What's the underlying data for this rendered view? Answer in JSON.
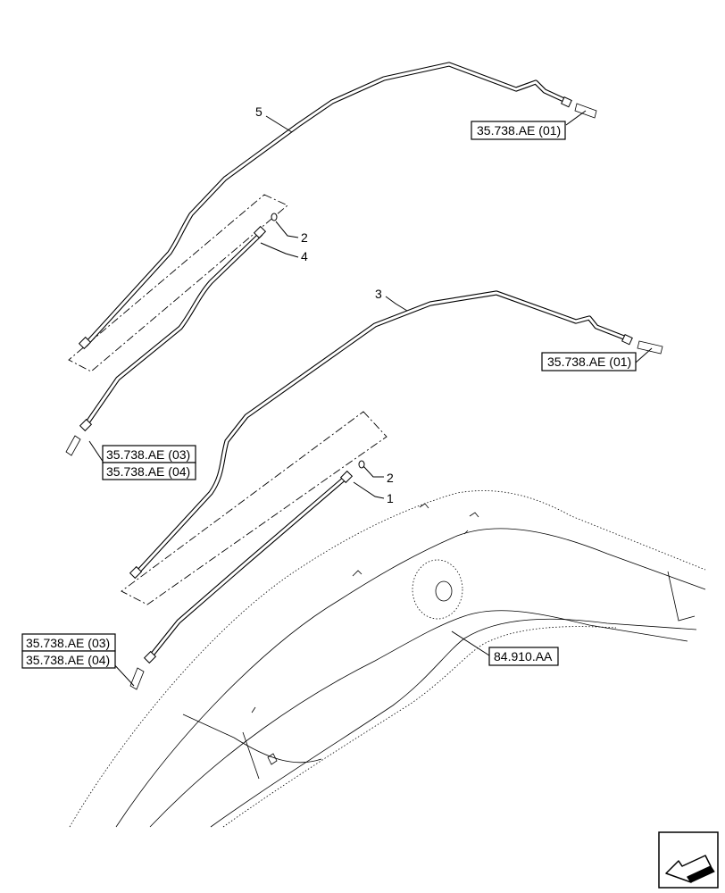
{
  "diagram": {
    "callouts": {
      "item_5": "5",
      "item_4": "4",
      "item_3": "3",
      "item_2_upper": "2",
      "item_2_lower": "2",
      "item_1": "1"
    },
    "references": {
      "ref_top_right": "35.738.AE (01)",
      "ref_mid_right": "35.738.AE (01)",
      "ref_upper_left_a": "35.738.AE (03)",
      "ref_upper_left_b": "35.738.AE (04)",
      "ref_lower_left_a": "35.738.AE (03)",
      "ref_lower_left_b": "35.738.AE (04)",
      "ref_boom": "84.910.AA"
    },
    "nav_icon": "arrow-back-icon"
  }
}
